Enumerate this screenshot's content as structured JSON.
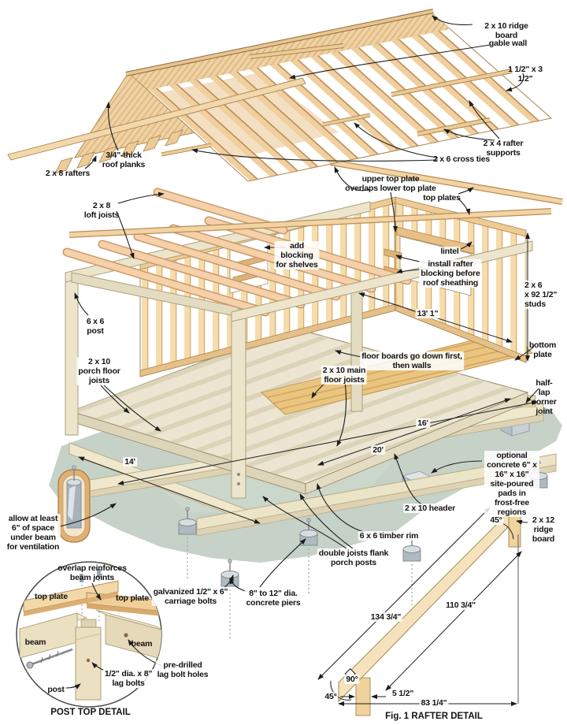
{
  "title": "Cabin platform-framing exploded construction diagram",
  "colors": {
    "wood": "#f6dcab",
    "wood_dark": "#d9ab72",
    "wood_edge": "#a9854f",
    "plank": "#efd1a2",
    "pink_joist": "#f5d0a8",
    "cream": "#ece5cc",
    "floor_pale": "#ebe5d1",
    "floor_board": "#eac57f",
    "ground": "#c6d2c7",
    "pier": "#aeb9c0",
    "pad": "#c8d1d6",
    "ink": "#141414"
  },
  "roof": {
    "ridge_board": "2 x 10 ridge board",
    "gable_wall": "gable wall",
    "rafter_support_size": "1 1/2\" x 3 1/2\"",
    "rafter_supports": "2 x 4 rafter\nsupports",
    "cross_ties": "2 x 6 cross ties",
    "roof_planks": "3/4\"-thick\nroof planks",
    "rafters": "2 x 8 rafters"
  },
  "walls": {
    "upper_top_plate": "upper top plate\noverlaps lower top plate",
    "top_plates": "top plates",
    "loft_joists": "2 x 8\nloft joists",
    "add_blocking": "add\nblocking\nfor shelves",
    "lintel": "lintel",
    "rafter_blocking": "install rafter\nblocking before\nroof sheathing",
    "studs": "2 x 6\nx 92 1/2\"\nstuds",
    "post": "6 x 6\npost",
    "bottom_plate": "bottom\nplate",
    "half_lap": "half-lap\ncorner joint"
  },
  "floor": {
    "porch_joists": "2 x 10\nporch floor\njoists",
    "floor_boards": "floor boards go down first,\nthen walls",
    "main_joists": "2 x 10 main\nfloor joists"
  },
  "foundation": {
    "pads": "optional\nconcrete 6\" x 16\" x 16\"\nsite-poured pads in\nfrost-free regions",
    "header": "2 x 10 header",
    "timber_rim": "6 x 6 timber rim",
    "ventilation": "allow at least\n6\" of space\nunder beam\nfor ventilation",
    "double_joists": "double joists flank\nporch posts",
    "carriage_bolts": "galvanized 1/2\" x 6\"\ncarriage bolts",
    "piers": "8\" to 12\" dia.\nconcrete piers"
  },
  "dimensions": {
    "wall_length": "13' 1\"",
    "deck_width": "16'",
    "deck_length": "20'",
    "porch_width": "14'"
  },
  "post_detail": {
    "overlap": "overlap reinforces\nbeam joints",
    "top_plate_left": "top plate",
    "top_plate_right": "top plate",
    "beam_left": "beam",
    "beam_right": "beam",
    "lag_holes": "pre-drilled\nlag bolt holes",
    "lag_bolts": "1/2\" dia. x 8\"\nlag bolts",
    "post": "post",
    "caption": "POST TOP DETAIL"
  },
  "rafter_detail": {
    "angle_top": "45°",
    "ridge_board": "2 x 12\nridge board",
    "inner_length": "110 3/4\"",
    "outer_length": "134 3/4\"",
    "angle_square": "90°",
    "seat_width": "5 1/2\"",
    "angle_bottom": "45°",
    "run_length": "83 1/4\"",
    "caption": "Fig. 1 RAFTER DETAIL"
  }
}
